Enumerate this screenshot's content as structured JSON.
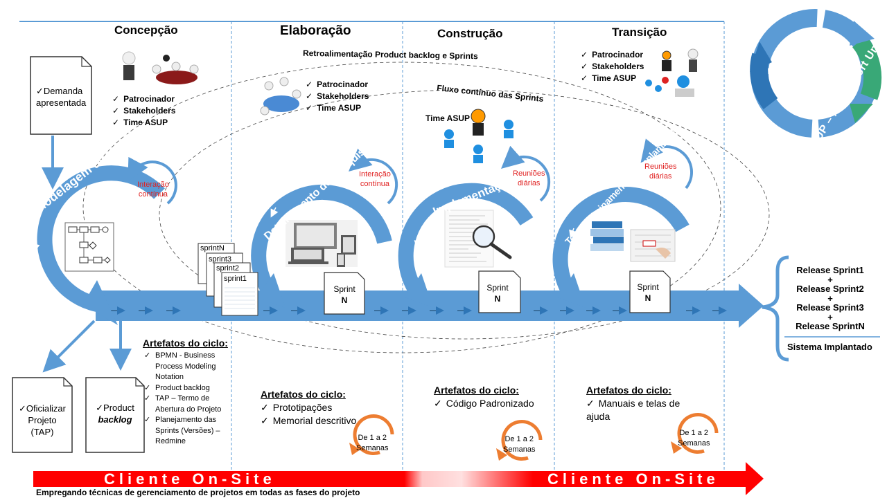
{
  "phases": [
    {
      "name": "Concepção"
    },
    {
      "name": "Elaboração"
    },
    {
      "name": "Construção"
    },
    {
      "name": "Transição"
    }
  ],
  "labels": {
    "retro": "Retroalimentação Product backlog e  Sprints",
    "fluxo": "Fluxo contínuo das Sprints",
    "demanda": "Demanda apresentada",
    "time_asup": "Time ASUP"
  },
  "people_lists": {
    "concepcao": [
      "Patrocinador",
      "Stakeholders",
      "Time ASUP"
    ],
    "elaboracao": [
      "Patrocinador",
      "Stakeholders",
      "Time ASUP"
    ],
    "transicao": [
      "Patrocinador",
      "Stakeholders",
      "Time ASUP"
    ]
  },
  "arcs": {
    "modelagem": "Modelagem do negócio",
    "detalhamento": "Detalhamento dos Requisitos",
    "implementacoes": "Implementações",
    "testes": "Testes, Treinamentos e Implantação"
  },
  "badges": {
    "interacao1": [
      "Interação",
      "contínua"
    ],
    "interacao2": [
      "Interação",
      "contínua"
    ],
    "reunioes1": [
      "Reuniões",
      "diárias"
    ],
    "reunioes2": [
      "Reuniões",
      "diárias"
    ]
  },
  "sprint_stack": [
    "sprintN",
    "sprint3",
    "sprint2",
    "sprint1"
  ],
  "sprint_doc": {
    "line1": "Sprint",
    "line2": "N"
  },
  "artifacts": {
    "title": "Artefatos do ciclo:",
    "concepcao": [
      "BPMN - Business Process Modeling Notation",
      "Product backlog",
      "TAP – Termo de Abertura do Projeto",
      "Planejamento das Sprints (Versões) – Redmine"
    ],
    "elaboracao": [
      "Prototipações",
      "Memorial descritivo"
    ],
    "construcao": [
      "Código Padronizado"
    ],
    "transicao": [
      "Manuais e telas de ajuda"
    ]
  },
  "docs": {
    "oficializar": [
      "Oficializar",
      "Projeto",
      "(TAP)"
    ],
    "product": [
      "Product",
      "backlog"
    ]
  },
  "durations": [
    "De 1 a 2",
    "Semanas"
  ],
  "releases": [
    "Release Sprint1",
    "+",
    "Release Sprint2",
    "+",
    "Release Sprint3",
    "+",
    "Release SprintN"
  ],
  "sistema": "Sistema Implantado",
  "logo": "ASUP – Agile Short Unified Process",
  "cliente": "Cliente  On-Site",
  "footer": "Empregando técnicas de gerenciamento de projetos em todas as fases do projeto",
  "colors": {
    "blue": "#5b9bd5",
    "dark_blue": "#2e75b6",
    "orange": "#ed7d31",
    "red": "#ff0000",
    "green_logo": "#4caf50"
  }
}
